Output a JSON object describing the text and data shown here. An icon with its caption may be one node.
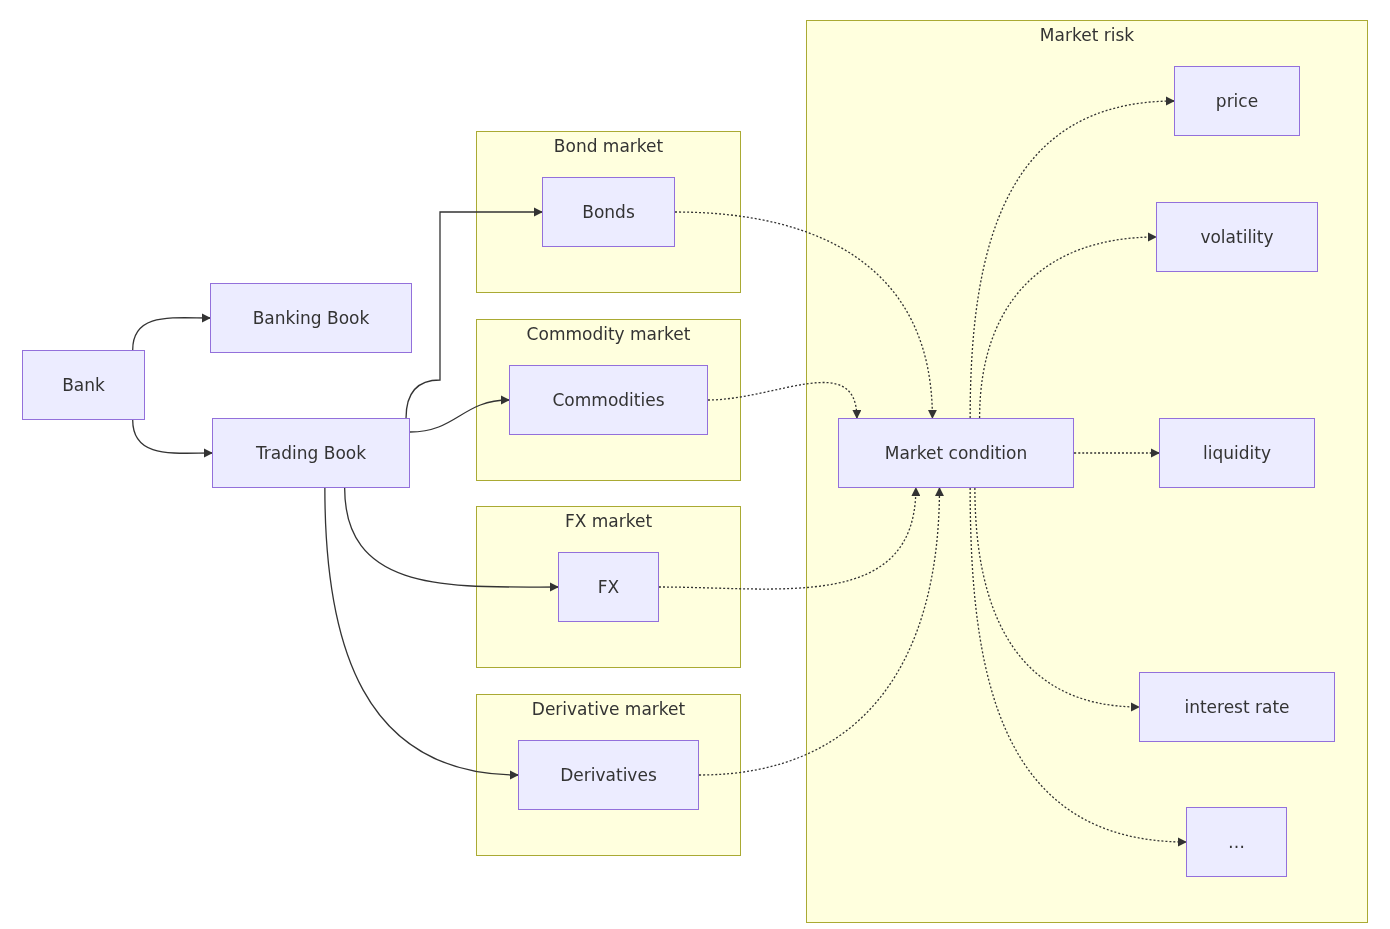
{
  "diagram": {
    "nodes": [
      {
        "text": [
          "Bank"
        ]
      },
      {
        "text": [
          "Banking Book"
        ]
      },
      {
        "text": [
          "Trading Book"
        ]
      },
      {
        "text": [
          "Bond market"
        ]
      },
      {
        "text": [
          "Bonds"
        ],
        "in": 3
      },
      {
        "text": [
          "Commodity market"
        ]
      },
      {
        "text": [
          "Commodities"
        ],
        "in": 5
      },
      {
        "text": [
          "FX market"
        ]
      },
      {
        "text": [
          "FX"
        ],
        "in": 7
      },
      {
        "text": [
          "Derivative market"
        ]
      },
      {
        "text": [
          "Derivatives"
        ],
        "in": 9
      },
      {
        "text": [
          "Market risk"
        ]
      },
      {
        "text": [
          "Market condition"
        ],
        "in": 11
      },
      {
        "text": [
          "price"
        ],
        "in": 11
      },
      {
        "text": [
          "volatility"
        ],
        "in": 11
      },
      {
        "text": [
          "liquidity"
        ],
        "in": 11
      },
      {
        "text": [
          "interest rate"
        ],
        "in": 11
      },
      {
        "text": [
          "…"
        ],
        "in": 11
      }
    ],
    "edges": [
      {
        "from": 0,
        "to": 1,
        "arrow": "to"
      },
      {
        "from": 0,
        "to": 2,
        "arrow": "to"
      },
      {
        "from": 2,
        "to": 4,
        "arrow": "to"
      },
      {
        "from": 2,
        "to": 6,
        "arrow": "to"
      },
      {
        "from": 2,
        "to": 8,
        "arrow": "to"
      },
      {
        "from": 2,
        "to": 10,
        "arrow": "to"
      },
      {
        "from": 4,
        "to": 12,
        "arrow": "to",
        "style": "dashed"
      },
      {
        "from": 6,
        "to": 12,
        "arrow": "to",
        "style": "dashed"
      },
      {
        "from": 8,
        "to": 12,
        "arrow": "to",
        "style": "dashed"
      },
      {
        "from": 10,
        "to": 12,
        "arrow": "to",
        "style": "dashed"
      },
      {
        "from": 12,
        "to": 13,
        "arrow": "to",
        "style": "dashed"
      },
      {
        "from": 12,
        "to": 14,
        "arrow": "to",
        "style": "dashed"
      },
      {
        "from": 12,
        "to": 15,
        "arrow": "to",
        "style": "dashed"
      },
      {
        "from": 12,
        "to": 16,
        "arrow": "to",
        "style": "dashed"
      },
      {
        "from": 12,
        "to": 17,
        "arrow": "to",
        "style": "dashed"
      }
    ]
  }
}
